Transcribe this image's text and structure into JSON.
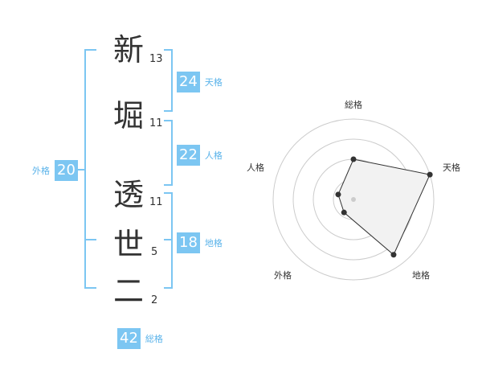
{
  "colors": {
    "bracket": "#7cc6f2",
    "badge_bg": "#7cc6f2",
    "badge_text": "#5ab3ea",
    "text": "#333333"
  },
  "characters": [
    {
      "char": "新",
      "strokes": "13"
    },
    {
      "char": "堀",
      "strokes": "11"
    },
    {
      "char": "透",
      "strokes": "11"
    },
    {
      "char": "世",
      "strokes": "5"
    },
    {
      "char": "二",
      "strokes": "2"
    }
  ],
  "fortunes": {
    "tenkaku": {
      "label": "天格",
      "value": "24"
    },
    "jinkaku": {
      "label": "人格",
      "value": "22"
    },
    "chikaku": {
      "label": "地格",
      "value": "18"
    },
    "gaikaku": {
      "label": "外格",
      "value": "20"
    },
    "soukaku": {
      "label": "総格",
      "value": "42"
    }
  },
  "chart_data": {
    "type": "radar",
    "axes": [
      "総格",
      "天格",
      "地格",
      "外格",
      "人格"
    ],
    "values": [
      0.5,
      1.0,
      0.85,
      0.2,
      0.2
    ],
    "range": [
      0,
      1
    ],
    "rings": 4,
    "fill_color": "#f2f2f2",
    "stroke_color": "#333333"
  }
}
